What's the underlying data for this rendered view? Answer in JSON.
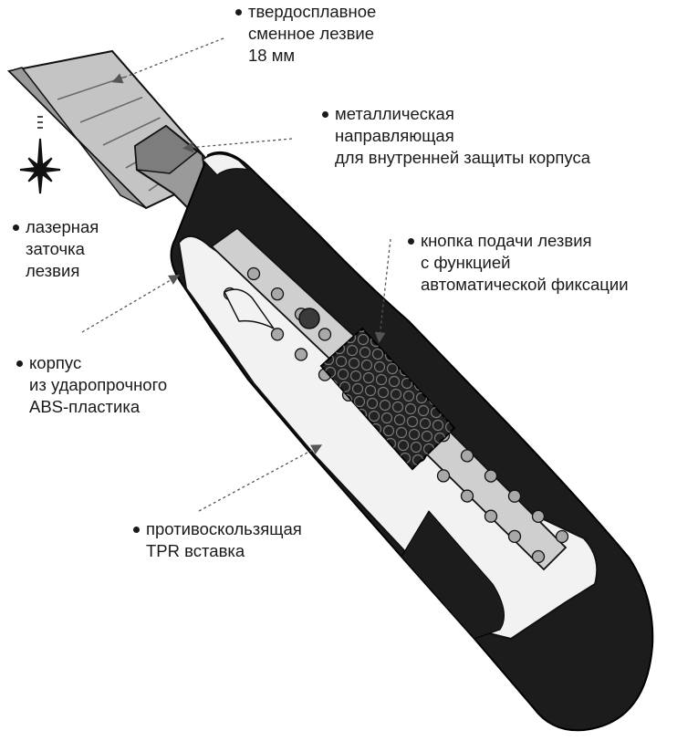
{
  "callouts": [
    {
      "id": "carbide-blade",
      "lines": [
        "твердосплавное",
        "сменное лезвие",
        "18 мм"
      ]
    },
    {
      "id": "metal-guide",
      "lines": [
        "металлическая",
        "направляющая",
        "для внутренней защиты корпуса"
      ]
    },
    {
      "id": "laser-sharpening",
      "lines": [
        "лазерная",
        "заточка",
        "лезвия"
      ]
    },
    {
      "id": "feed-button",
      "lines": [
        "кнопка подачи лезвия",
        "с функцией",
        "автоматической фиксации"
      ]
    },
    {
      "id": "abs-body",
      "lines": [
        "корпус",
        "из ударопрочного",
        "ABS-пластика"
      ]
    },
    {
      "id": "tpr-insert",
      "lines": [
        "противоскользящая",
        "TPR вставка"
      ]
    }
  ],
  "colors": {
    "body_black": "#1c1c1c",
    "blade_grey": "#bdbdbd",
    "guide_grey": "#8f8f8f",
    "white_part": "#f4f4f4",
    "line": "#111111"
  }
}
